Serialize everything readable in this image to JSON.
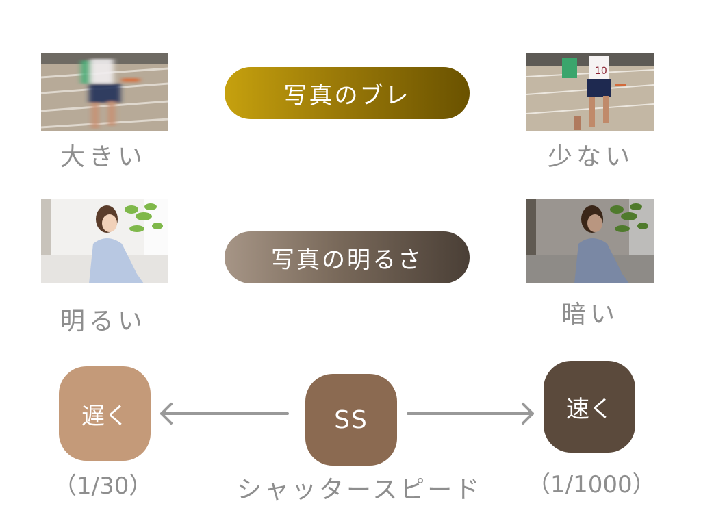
{
  "blur": {
    "title": "写真のブレ",
    "left_label": "大きい",
    "right_label": "少ない"
  },
  "brightness": {
    "title": "写真の明るさ",
    "left_label": "明るい",
    "right_label": "暗い"
  },
  "shutter": {
    "slow_label": "遅く",
    "slow_value": "（1/30）",
    "center_label": "SS",
    "center_caption": "シャッタースピード",
    "fast_label": "速く",
    "fast_value": "（1/1000）"
  },
  "colors": {
    "blur_pill_start": "#c6a10e",
    "blur_pill_end": "#6a5200",
    "brightness_pill_start": "#a69586",
    "brightness_pill_end": "#4a3f36",
    "slow_badge": "#c49a79",
    "ss_badge": "#8b6a51",
    "fast_badge": "#5b4a3c",
    "arrow": "#999999",
    "label_text": "#8e8e8e"
  },
  "icons": [
    "arrow-left-icon",
    "arrow-right-icon"
  ]
}
